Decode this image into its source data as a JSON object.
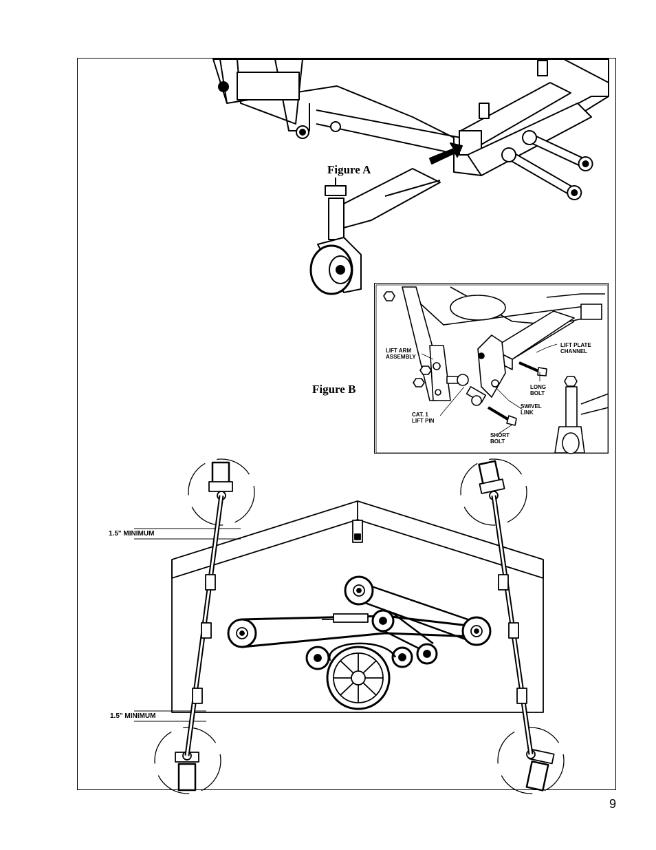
{
  "figure_a": {
    "label": "Figure A"
  },
  "figure_b": {
    "label": "Figure B",
    "callouts": {
      "lift_arm_assembly": "LIFT ARM\nASSEMBLY",
      "lift_plate_channel": "LIFT PLATE\nCHANNEL",
      "long_bolt": "LONG\nBOLT",
      "swivel_link": "SWIVEL\nLINK",
      "cat1_lift_pin": "CAT. 1\nLIFT PIN",
      "short_bolt": "SHORT\nBOLT"
    }
  },
  "figure_c": {
    "dimension_top": "1.5\" MINIMUM",
    "dimension_bottom": "1.5\" MINIMUM"
  },
  "page_number": "9"
}
